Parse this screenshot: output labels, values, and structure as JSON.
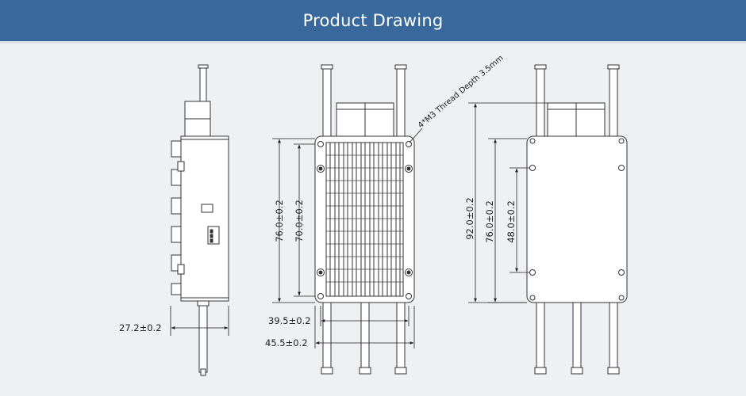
{
  "header": {
    "title": "Product Drawing"
  },
  "colors": {
    "header_bg": "#39699c",
    "background": "#eef0f3",
    "line": "#333333"
  },
  "dimensions": {
    "side_width": "27.2±0.2",
    "top_height_outer": "76.0±0.2",
    "top_height_inner": "70.0±0.2",
    "top_width_inner": "39.5±0.2",
    "top_width_outer": "45.5±0.2",
    "bottom_total": "92.0±0.2",
    "bottom_mid": "76.0±0.2",
    "bottom_inner": "48.0±0.2"
  },
  "annotations": {
    "thread_note": "4*M3 Thread Depth 3.5mm"
  }
}
